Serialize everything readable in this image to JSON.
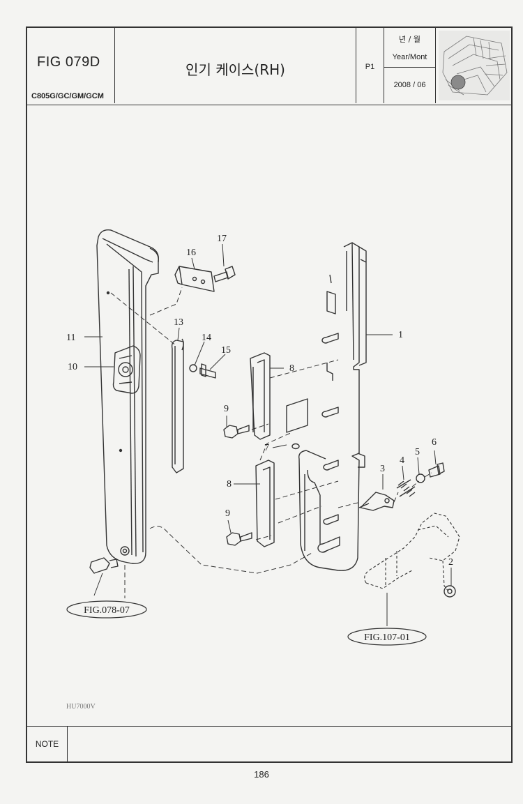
{
  "header": {
    "fig_id": "FIG 079D",
    "model": "C805G/GC/GM/GCM",
    "title": "인기 케이스(RH)",
    "page": "P1",
    "year_month_korean": "년 / 월",
    "year_month_label": "Year/Mont",
    "date": "2008 / 06"
  },
  "callouts": [
    {
      "id": "1",
      "label": "1"
    },
    {
      "id": "2",
      "label": "2"
    },
    {
      "id": "3",
      "label": "3"
    },
    {
      "id": "4",
      "label": "4"
    },
    {
      "id": "5",
      "label": "5"
    },
    {
      "id": "6",
      "label": "6"
    },
    {
      "id": "7",
      "label": "7"
    },
    {
      "id": "8a",
      "label": "8"
    },
    {
      "id": "8b",
      "label": "8"
    },
    {
      "id": "9a",
      "label": "9"
    },
    {
      "id": "9b",
      "label": "9"
    },
    {
      "id": "10",
      "label": "10"
    },
    {
      "id": "11",
      "label": "11"
    },
    {
      "id": "13",
      "label": "13"
    },
    {
      "id": "14",
      "label": "14"
    },
    {
      "id": "15",
      "label": "15"
    },
    {
      "id": "16",
      "label": "16"
    },
    {
      "id": "17",
      "label": "17"
    }
  ],
  "references": {
    "fig_a": "FIG.078-07",
    "fig_b": "FIG.107-01"
  },
  "drawing_code": "HU7000V",
  "note_label": "NOTE",
  "page_number": "186"
}
